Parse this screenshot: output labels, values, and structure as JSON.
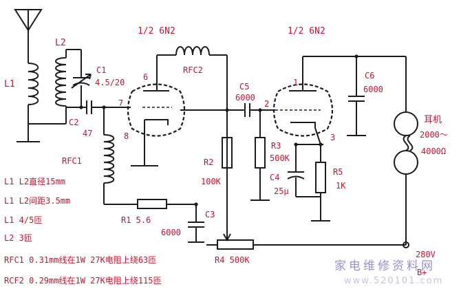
{
  "tube_left_label": "1/2 6N2",
  "tube_right_label": "1/2 6N2",
  "components": {
    "L1": "L1",
    "L2": "L2",
    "C1_name": "C1",
    "C1_value": "4.5/20",
    "C2_name": "C2",
    "C2_value": "47",
    "RFC1": "RFC1",
    "RFC2": "RFC2",
    "R1": "R1 5.6",
    "R2_name": "R2",
    "R2_value": "100K",
    "C3_name": "C3",
    "C3_value": "6000",
    "R4": "R4 500K",
    "C5_name": "C5",
    "C5_value": "6000",
    "R3_name": "R3",
    "R3_value": "500K",
    "C4_name": "C4",
    "C4_value": "25μ",
    "R5_name": "R5",
    "R5_value": "1K",
    "C6_name": "C6",
    "C6_value": "6000",
    "earphone_name": "耳机",
    "earphone_value": "2000～",
    "earphone_value2": "4000Ω",
    "supply_voltage": "280V",
    "supply_label": "B+"
  },
  "pins": {
    "p6": "6",
    "p7": "7",
    "p8": "8",
    "p1": "1",
    "p2": "2",
    "p3": "3"
  },
  "notes": [
    "L1 L2直径15mm",
    "L1 L2间距3.5mm",
    "L1 4/5匝",
    "L2 3匝",
    "RFC1 0.31mm线在1W 27K电阻上绕63匝",
    "RCF2 0.29mm线在1W 27K电阻上绕115匝"
  ],
  "watermark": "家电维修资料网",
  "watermark_url": "www.520101.com"
}
